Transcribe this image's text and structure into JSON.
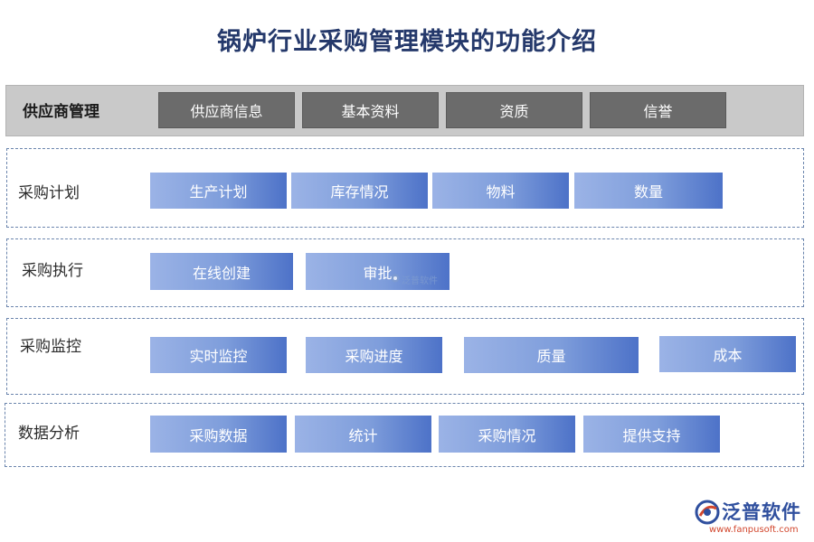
{
  "title": "锅炉行业采购管理模块的功能介绍",
  "rows": [
    {
      "label": "供应商管理",
      "items": [
        "供应商信息",
        "基本资料",
        "资质",
        "信誉"
      ]
    },
    {
      "label": "采购计划",
      "items": [
        "生产计划",
        "库存情况",
        "物料",
        "数量"
      ]
    },
    {
      "label": "采购执行",
      "items": [
        "在线创建",
        "审批"
      ]
    },
    {
      "label": "采购监控",
      "items": [
        "实时监控",
        "采购进度",
        "质量",
        "成本"
      ]
    },
    {
      "label": "数据分析",
      "items": [
        "采购数据",
        "统计",
        "采购情况",
        "提供支持"
      ]
    }
  ],
  "watermark": {
    "inline": "泛普软件",
    "brand": "泛普软件",
    "url": "www.fanpusoft.com"
  },
  "colors": {
    "title": "#25396b",
    "grey_row": "#c9c9c9",
    "dark_box": "#6b6b6b",
    "blue_start": "#9bb3e6",
    "blue_end": "#4d72c8",
    "dashed_border": "#6b85ad"
  }
}
